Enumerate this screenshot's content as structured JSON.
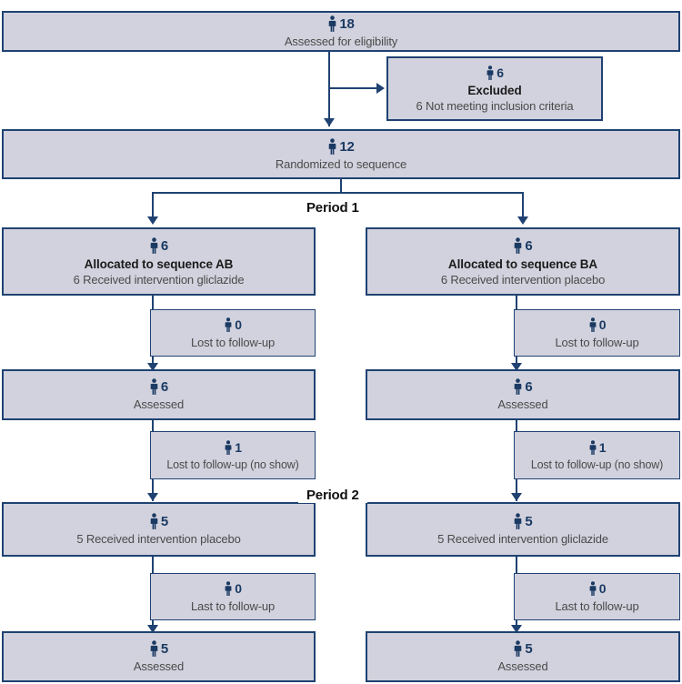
{
  "diagram": {
    "type": "consort-flow-diagram",
    "icon": "person-icon",
    "colors": {
      "box_fill": "#d2d2de",
      "box_border": "#1f4272",
      "connector": "#1f4272",
      "title_text": "#1a1a1a",
      "sub_text": "#4a4a4a",
      "count_text": "#1a3a63",
      "page_background": "#ffffff"
    },
    "period_labels": {
      "period1": "Period 1",
      "period2": "Period 2"
    },
    "nodes": {
      "assessed_for_eligibility": {
        "count": "18",
        "title": "",
        "sub": "Assessed for eligibility"
      },
      "excluded": {
        "count": "6",
        "title": "Excluded",
        "sub": "6 Not meeting inclusion criteria"
      },
      "randomized": {
        "count": "12",
        "title": "",
        "sub": "Randomized to sequence"
      },
      "allocated_ab": {
        "count": "6",
        "title": "Allocated to sequence AB",
        "sub": "6 Received intervention gliclazide"
      },
      "allocated_ba": {
        "count": "6",
        "title": "Allocated to sequence BA",
        "sub": "6 Received intervention placebo"
      },
      "lost_p1_left": {
        "count": "0",
        "sub": "Lost to follow-up"
      },
      "lost_p1_right": {
        "count": "0",
        "sub": "Lost to follow-up"
      },
      "assessed_p1_left": {
        "count": "6",
        "sub": "Assessed"
      },
      "assessed_p1_right": {
        "count": "6",
        "sub": "Assessed"
      },
      "lost_noshow_left": {
        "count": "1",
        "sub": "Lost to follow-up (no show)"
      },
      "lost_noshow_right": {
        "count": "1",
        "sub": "Lost to follow-up (no show)"
      },
      "received_p2_left": {
        "count": "5",
        "sub": "5 Received intervention placebo"
      },
      "received_p2_right": {
        "count": "5",
        "sub": "5 Received intervention gliclazide"
      },
      "last_p2_left": {
        "count": "0",
        "sub": "Last to follow-up"
      },
      "last_p2_right": {
        "count": "0",
        "sub": "Last to follow-up"
      },
      "assessed_p2_left": {
        "count": "5",
        "sub": "Assessed"
      },
      "assessed_p2_right": {
        "count": "5",
        "sub": "Assessed"
      }
    }
  }
}
